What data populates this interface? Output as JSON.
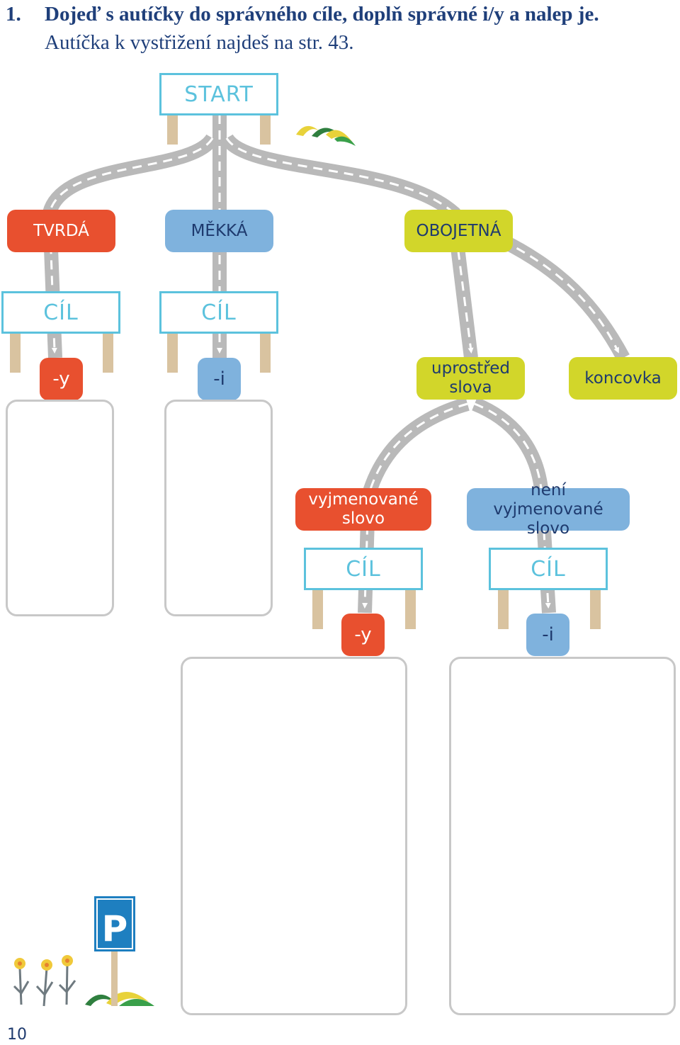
{
  "task": {
    "number": "1.",
    "line1": "Dojeď s autíčky do správného cíle, doplň správné i/y a nalep je.",
    "line2": "Autíčka k vystřižení najdeš na str. 43."
  },
  "start_label": "START",
  "categories": {
    "tvrda": "TVRDÁ",
    "mekka": "MĚKKÁ",
    "obojetna": "OBOJETNÁ"
  },
  "goal_label": "CÍL",
  "endings": {
    "y": "-y",
    "i": "-i"
  },
  "positions": {
    "uprostred": "uprostřed slova",
    "koncovka": "koncovka"
  },
  "word_types": {
    "vyjmenovane": "vyjmenované slovo",
    "nevyjmenovane": "není vyjmenované slovo"
  },
  "parking_sign": "P",
  "page_number": "10",
  "colors": {
    "hard": "#e8502f",
    "soft": "#7fb2dd",
    "ambiguous": "#d2d62a",
    "sign_border": "#5cc2dd",
    "road": "#b9b9b9"
  }
}
